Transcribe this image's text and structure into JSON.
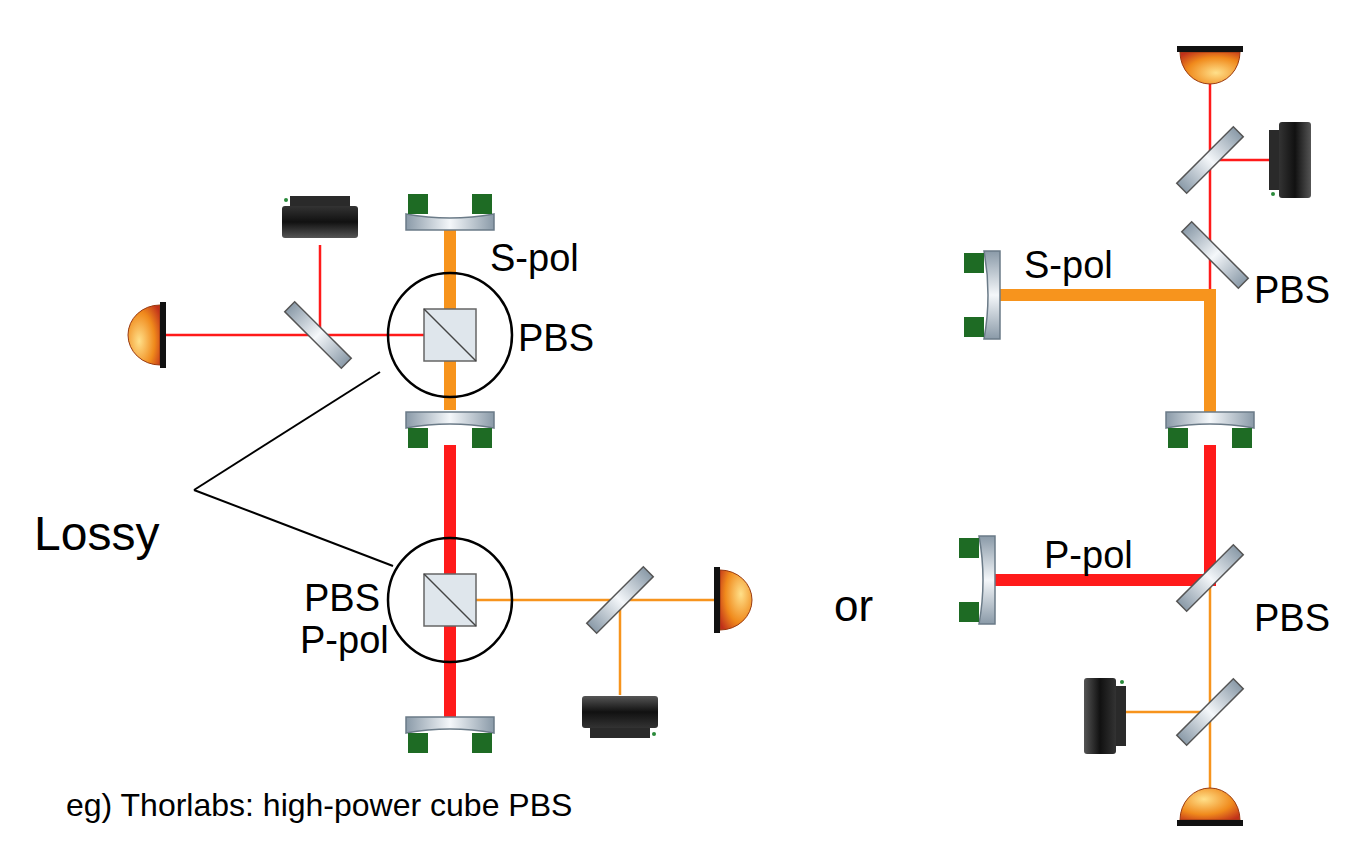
{
  "diagram": {
    "labels": [
      "S-pol",
      "PBS",
      "Lossy",
      "PBS",
      "P-pol",
      "or",
      "eg) Thorlabs: high-power cube PBS",
      "S-pol",
      "PBS",
      "P-pol",
      "PBS"
    ]
  }
}
